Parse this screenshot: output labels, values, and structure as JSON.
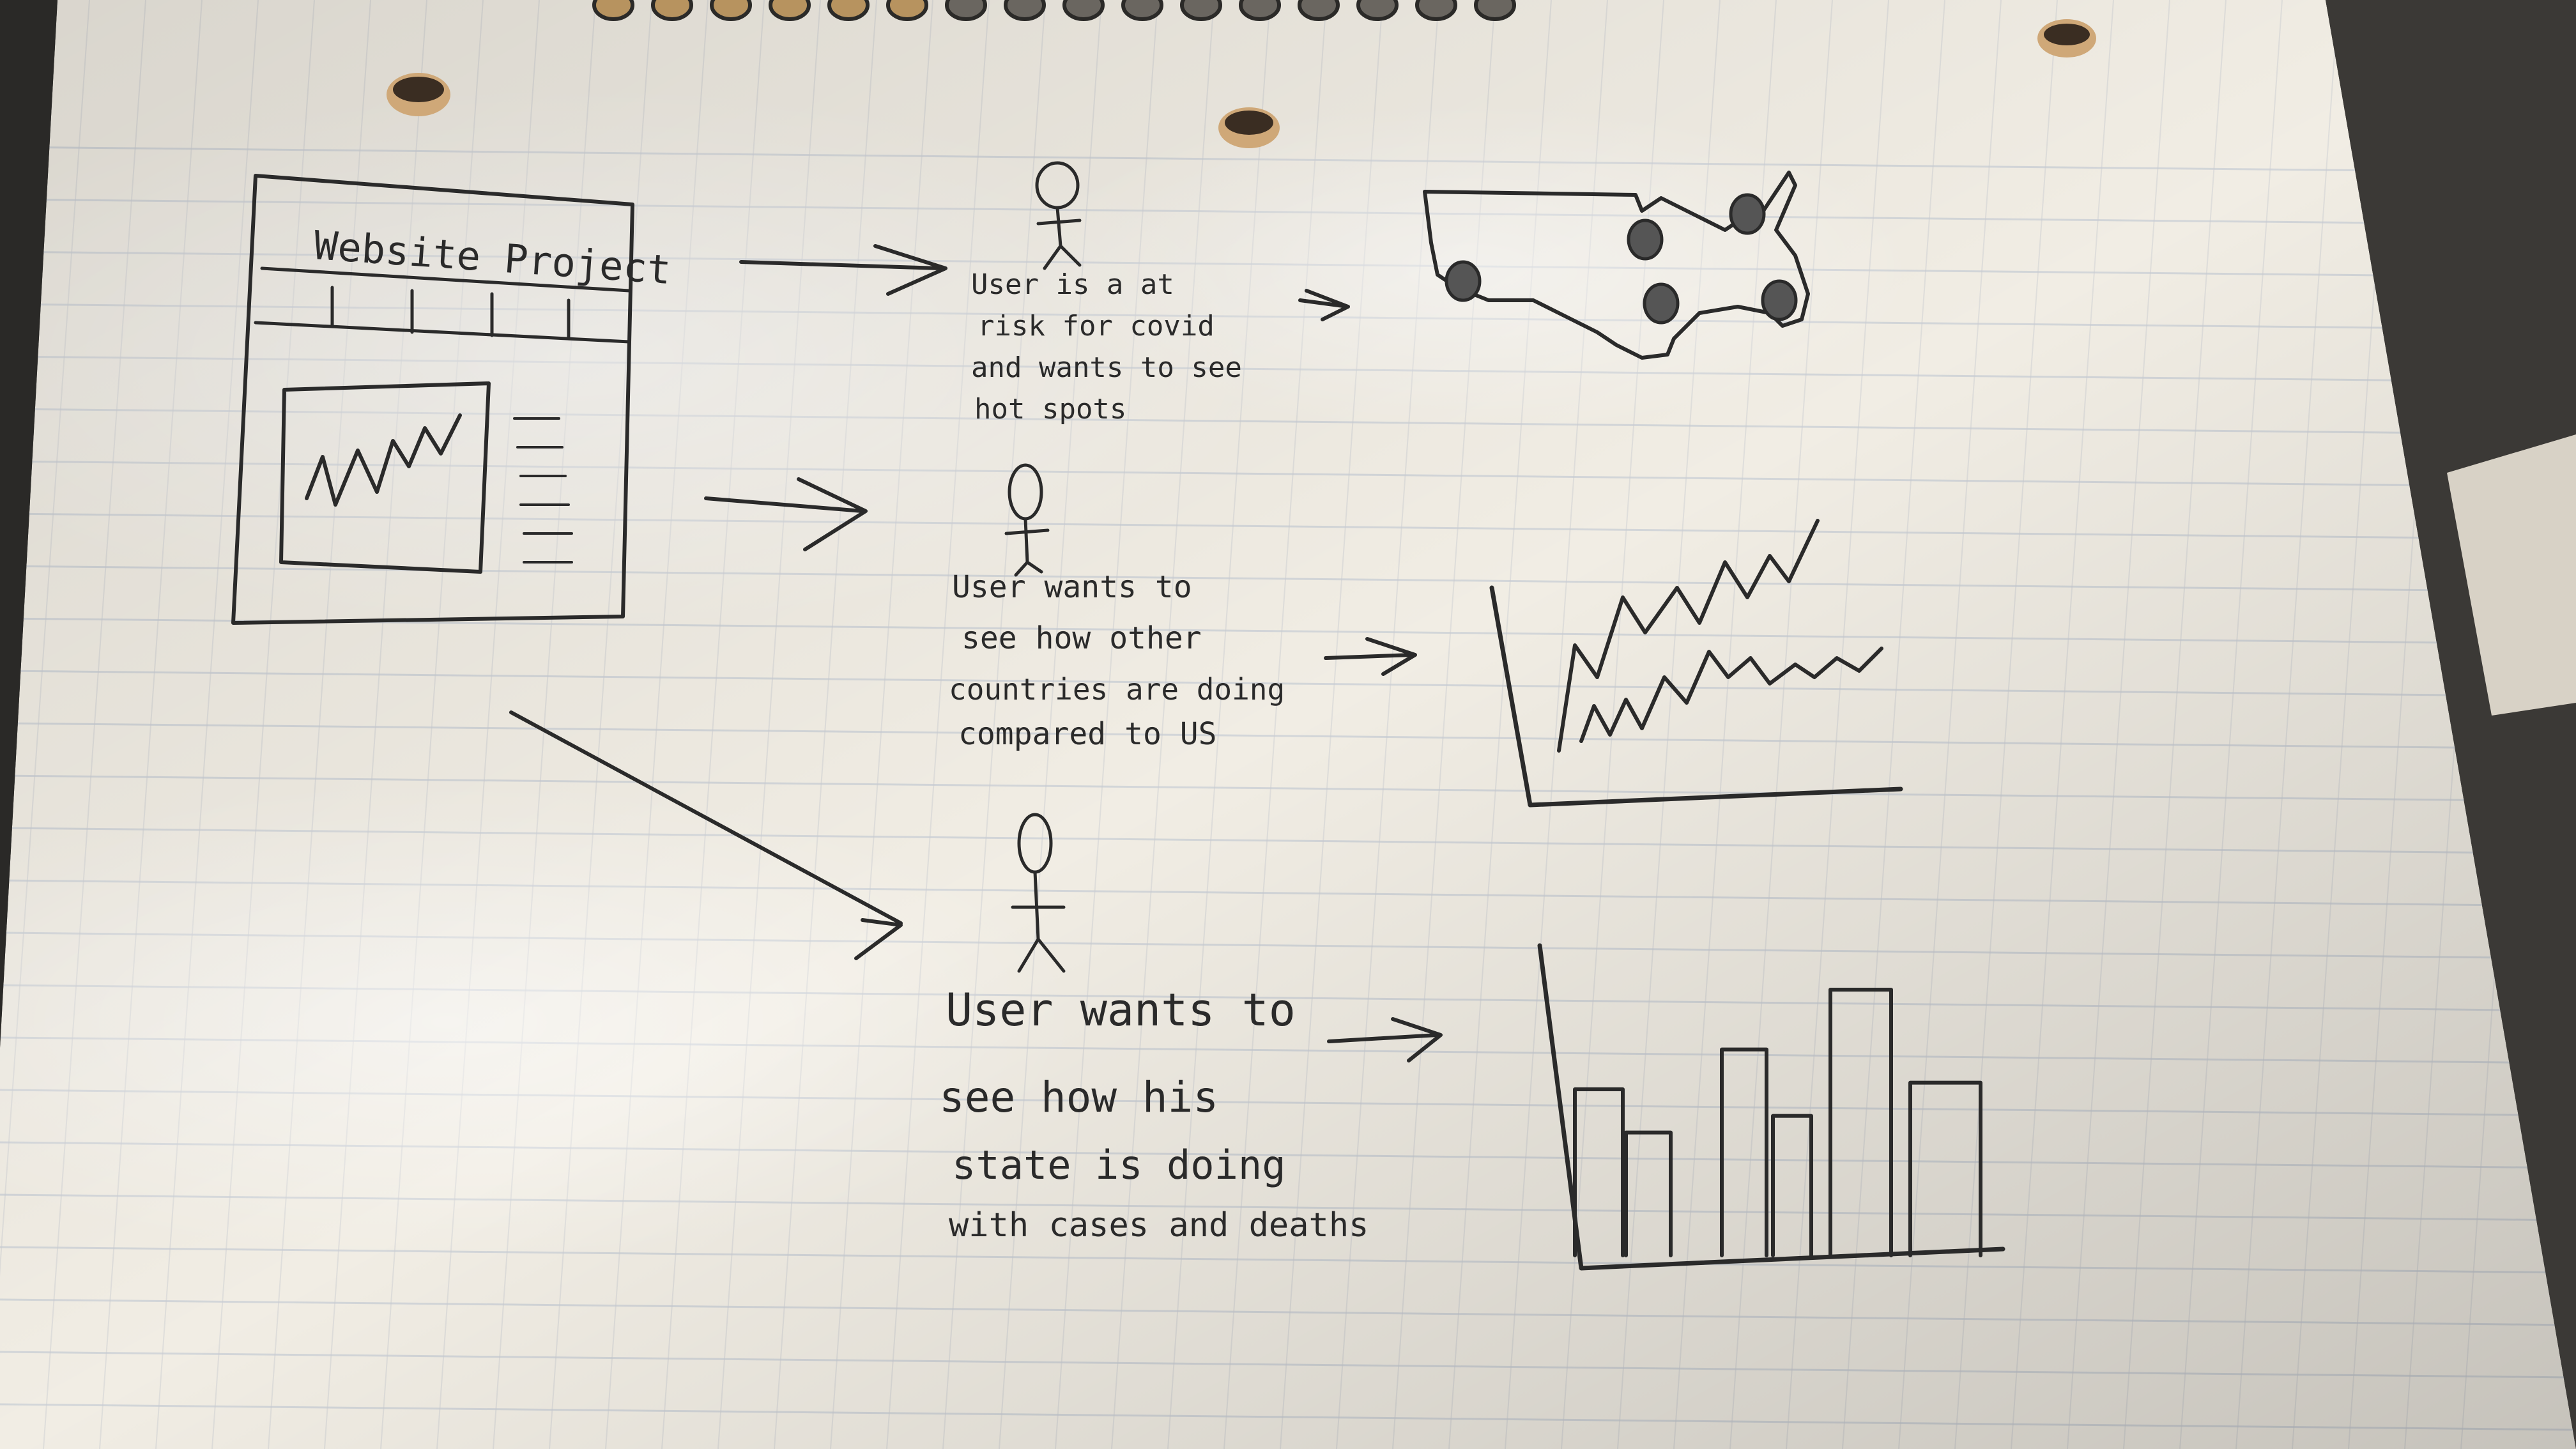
{
  "photo": {
    "subject": "hand-drawn wireframe sketch on lined notebook paper",
    "paper_color": "#f1ede4",
    "ink_color": "#2a2a2a",
    "rule_color": "#b9c3cf"
  },
  "wireframe": {
    "title": "Website Project"
  },
  "user_stories": [
    {
      "lines": [
        "User is a at",
        "risk for covid",
        "and wants to see",
        "hot spots"
      ]
    },
    {
      "lines": [
        "User wants to",
        "see how other",
        "countries are doing",
        "compared to US"
      ]
    },
    {
      "lines": [
        "User wants to",
        "see how his",
        "state is doing",
        "with cases and deaths"
      ]
    }
  ],
  "sketches": {
    "map": {
      "kind": "US map with hot spots",
      "hotspot_count": 5
    },
    "line_chart": {
      "kind": "two line series",
      "series_count": 2
    },
    "bar_chart": {
      "kind": "bar chart",
      "bar_values": [
        0.5,
        0.37,
        0.62,
        0.42,
        0.8,
        0.52
      ]
    }
  }
}
